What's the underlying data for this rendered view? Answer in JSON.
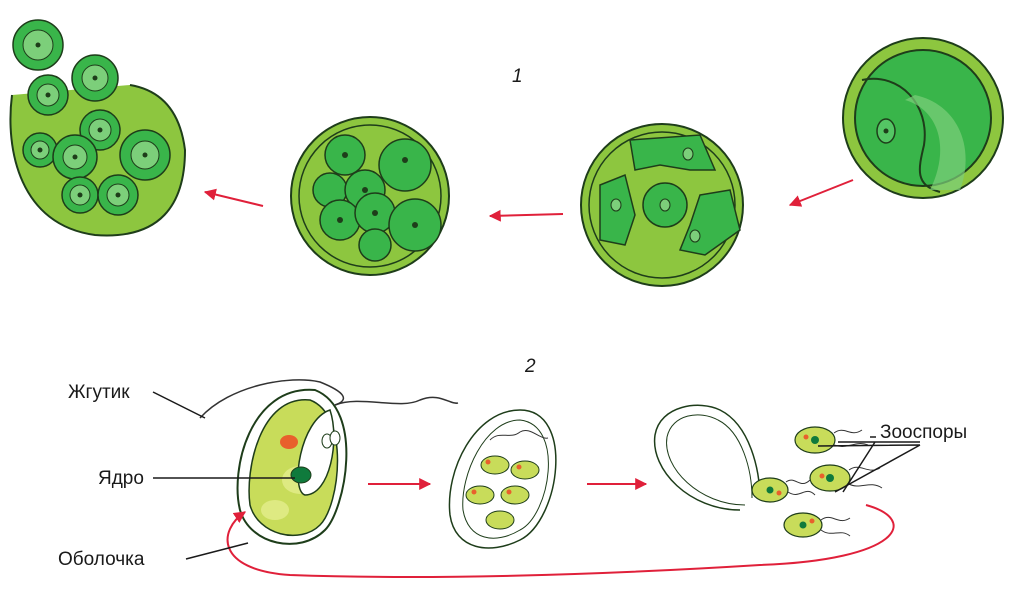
{
  "panels": [
    {
      "number": "1"
    },
    {
      "number": "2"
    }
  ],
  "labels": {
    "flagellum": "Жгутик",
    "nucleus": "Ядро",
    "membrane": "Оболочка",
    "zoospores": "Зооспоры"
  },
  "colors": {
    "cell_green": "#39b54a",
    "wall_light_green": "#8dc63f",
    "yellow_green": "#c8dc5a",
    "outline": "#1e3d1a",
    "arrow_red": "#e0203a",
    "eyespot_orange": "#e8602c",
    "nucleus_dark": "#0f7a3c"
  }
}
